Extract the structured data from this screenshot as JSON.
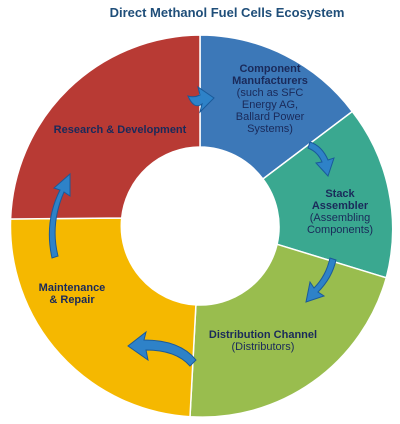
{
  "title": "Direct Methanol Fuel Cells Ecosystem",
  "segments": [
    {
      "id": "component-manufacturers",
      "heading": [
        "Component",
        "Manufacturers"
      ],
      "detail": [
        "(such as SFC",
        "Energy AG,",
        "Ballard Power",
        "Systems)"
      ],
      "color": "#3C78B8"
    },
    {
      "id": "stack-assembler",
      "heading": [
        "Stack",
        "Assembler"
      ],
      "detail": [
        "(Assembling",
        "Components)"
      ],
      "color": "#3AA890"
    },
    {
      "id": "distribution-channel",
      "heading": [
        "Distribution Channel"
      ],
      "detail": [
        "(Distributors)"
      ],
      "color": "#99BD4E"
    },
    {
      "id": "maintenance-repair",
      "heading": [
        "Maintenance",
        "& Repair"
      ],
      "detail": [],
      "color": "#F5B800"
    },
    {
      "id": "research-development",
      "heading": [
        "Research & Development"
      ],
      "detail": [],
      "color": "#B83A34"
    }
  ],
  "colors": {
    "title": "#1F4E79",
    "text": "#1A2A5A",
    "arrow": "#2E82C8",
    "arrow_dark": "#1A5A9A"
  }
}
